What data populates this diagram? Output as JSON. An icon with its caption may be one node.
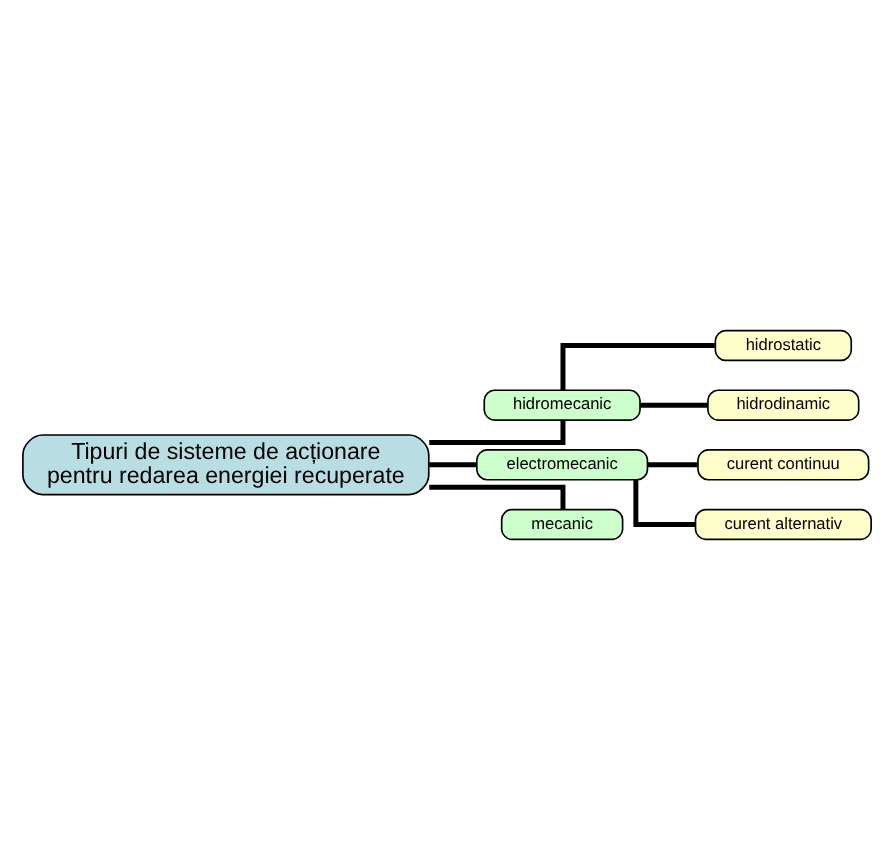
{
  "diagram": {
    "nodes": [
      {
        "text": [
          "Tipuri de sisteme de acționare pentru redarea energiei recuperate"
        ]
      },
      {
        "text": [
          "hidromecanic"
        ]
      },
      {
        "text": [
          "hidrostatic"
        ]
      },
      {
        "text": [
          "hidrodinamic"
        ]
      },
      {
        "text": [
          "electromecanic"
        ]
      },
      {
        "text": [
          "curent continuu"
        ]
      },
      {
        "text": [
          "curent alternativ"
        ]
      },
      {
        "text": [
          "mecanic"
        ]
      }
    ],
    "edges": [
      {
        "from": 0,
        "to": 1,
        "arrow": "none"
      },
      {
        "from": 1,
        "to": 2,
        "arrow": "none"
      },
      {
        "from": 1,
        "to": 3,
        "arrow": "none"
      },
      {
        "from": 0,
        "to": 4,
        "arrow": "none"
      },
      {
        "from": 4,
        "to": 5,
        "arrow": "none"
      },
      {
        "from": 4,
        "to": 6,
        "arrow": "none"
      },
      {
        "from": 0,
        "to": 7,
        "arrow": "none"
      }
    ]
  }
}
